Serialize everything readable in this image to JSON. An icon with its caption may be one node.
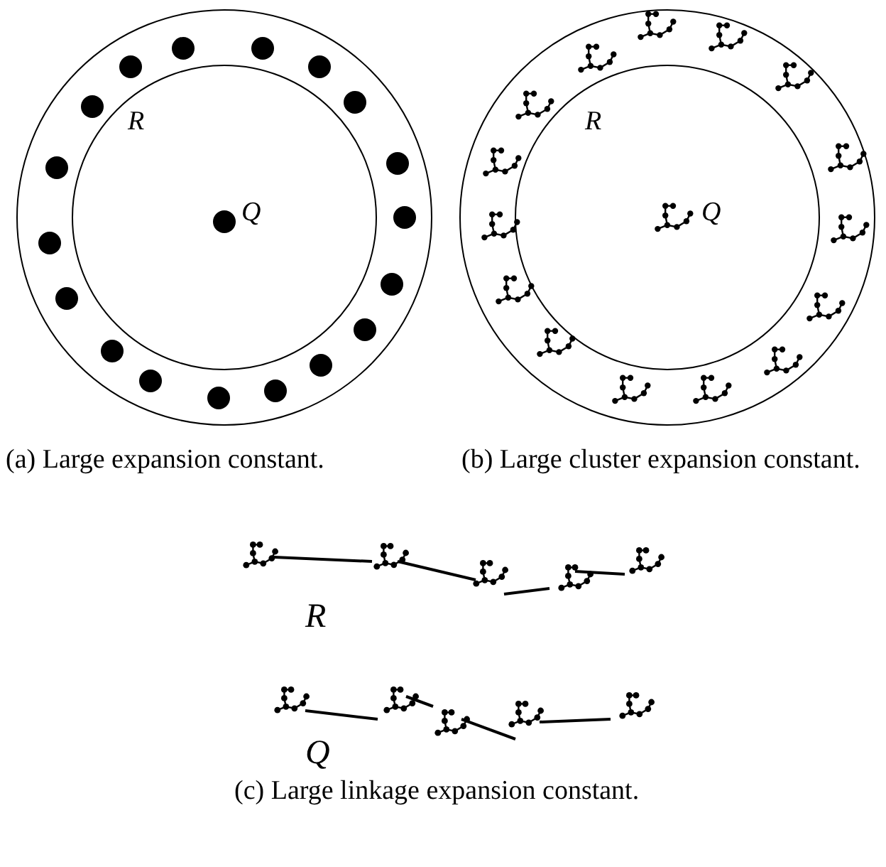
{
  "diagram": {
    "labels": [
      "R",
      "Q",
      "(a) Large expansion constant.",
      "R",
      "Q",
      "(b) Large cluster expansion constant.",
      "R",
      "Q",
      "(c) Large linkage expansion constant."
    ]
  }
}
